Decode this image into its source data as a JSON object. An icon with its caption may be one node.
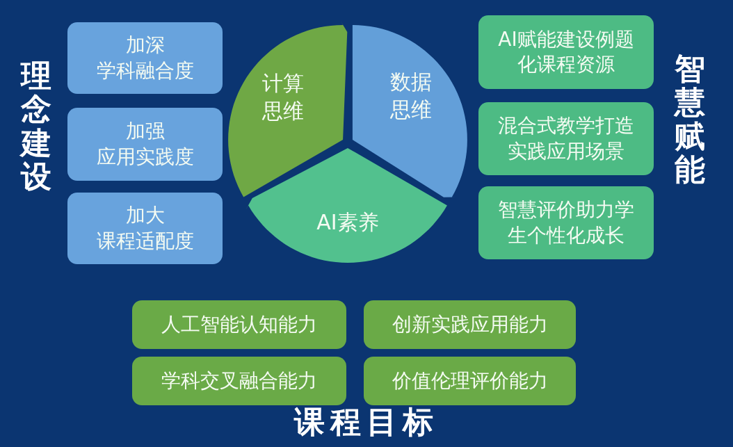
{
  "diagram": {
    "nodes": [
      {
        "text": [
          "加深学科融合度"
        ]
      },
      {
        "text": [
          "加强应用实践度"
        ]
      },
      {
        "text": [
          "加大课程适配度"
        ]
      },
      {
        "text": [
          "计算思维"
        ]
      },
      {
        "text": [
          "数据思维"
        ]
      },
      {
        "text": [
          "AI素养"
        ]
      },
      {
        "text": [
          "AI赋能建设例题化课程资源"
        ]
      },
      {
        "text": [
          "混合式教学打造实践应用场景"
        ]
      },
      {
        "text": [
          "智慧评价助力学生个性化成长"
        ]
      },
      {
        "text": [
          "人工智能认知能力"
        ]
      },
      {
        "text": [
          "创新实践应用能力"
        ]
      },
      {
        "text": [
          "学科交叉融合能力"
        ]
      },
      {
        "text": [
          "价值伦理评价能力"
        ]
      }
    ],
    "labels": [
      "理念建设",
      "智慧赋能",
      "课程目标"
    ]
  }
}
